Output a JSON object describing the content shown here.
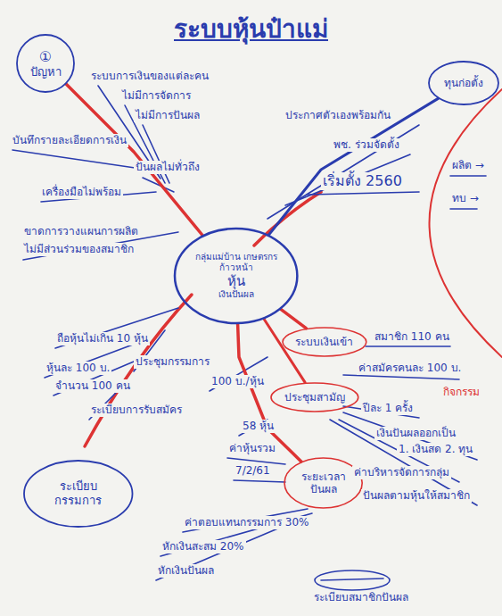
{
  "diagram": {
    "title": "ระบบหุ้นป๋าแม่",
    "nodes": [
      {
        "text": [
          "กลุ่มแม่บ้าน เกษตรกรก้าวหน้า",
          "หุ้น",
          "เงินปันผล"
        ]
      },
      {
        "text": [
          "①",
          "ปัญหา"
        ]
      },
      {
        "text": [
          "ทุนก่อตั้ง"
        ]
      },
      {
        "text": [
          "ระบบเงินเข้า"
        ]
      },
      {
        "text": [
          "ประชุมสามัญ"
        ]
      },
      {
        "text": [
          "ระยะเวลา ปันผล"
        ]
      },
      {
        "text": [
          "ระเบียบ กรรมการ"
        ]
      }
    ],
    "edges": [
      {
        "from": 0,
        "to": 1,
        "arrow": "none"
      },
      {
        "from": 0,
        "to": 2,
        "arrow": "none"
      },
      {
        "from": 0,
        "to": 3,
        "arrow": "none"
      },
      {
        "from": 0,
        "to": 4,
        "arrow": "none"
      },
      {
        "from": 0,
        "to": 5,
        "arrow": "none"
      }
    ],
    "labels": [
      "ระบบการเงินของแต่ละคน",
      "ไม่มีการจัดการ",
      "ไม่มีการปันผล",
      "บันทึกรายละเอียดการเงิน",
      "ปันผลไม่ทั่วถึง",
      "เครื่องมือไม่พร้อม",
      "ขาดการวางแผนการผลิต",
      "ไม่มีส่วนร่วมของสมาชิก",
      "ประกาศตัวเองพร้อมกัน",
      "พช. ร่วมจัดตั้ง",
      "เริ่มตั้ง 2560",
      "ผลิต →",
      "ทบ →",
      "สมาชิก 110 คน",
      "ค่าสมัครคนละ 100 บ.",
      "กิจกรรม",
      "ปีละ 1 ครั้ง",
      "เงินปันผลออกเป็น",
      "1. เงินสด 2. ทุน",
      "ค่าบริหารจัดการกลุ่ม",
      "ปันผลตามหุ้นให้สมาชิก",
      "100 บ./หุ้น",
      "58 หุ้น",
      "ค่าหุ้นรวม",
      "7/2/61",
      "ค่าตอบแทนกรรมการ 30%",
      "หักเงินสะสม 20%",
      "หักเงินปันผล",
      "ถือหุ้นไม่เกิน 10 หุ้น",
      "ประชุมกรรมการ",
      "หุ้นละ 100 บ.",
      "จำนวน 100 คน",
      "ระเบียบการรับสมัคร",
      "ระเบียบสมาชิกปันผล"
    ]
  }
}
